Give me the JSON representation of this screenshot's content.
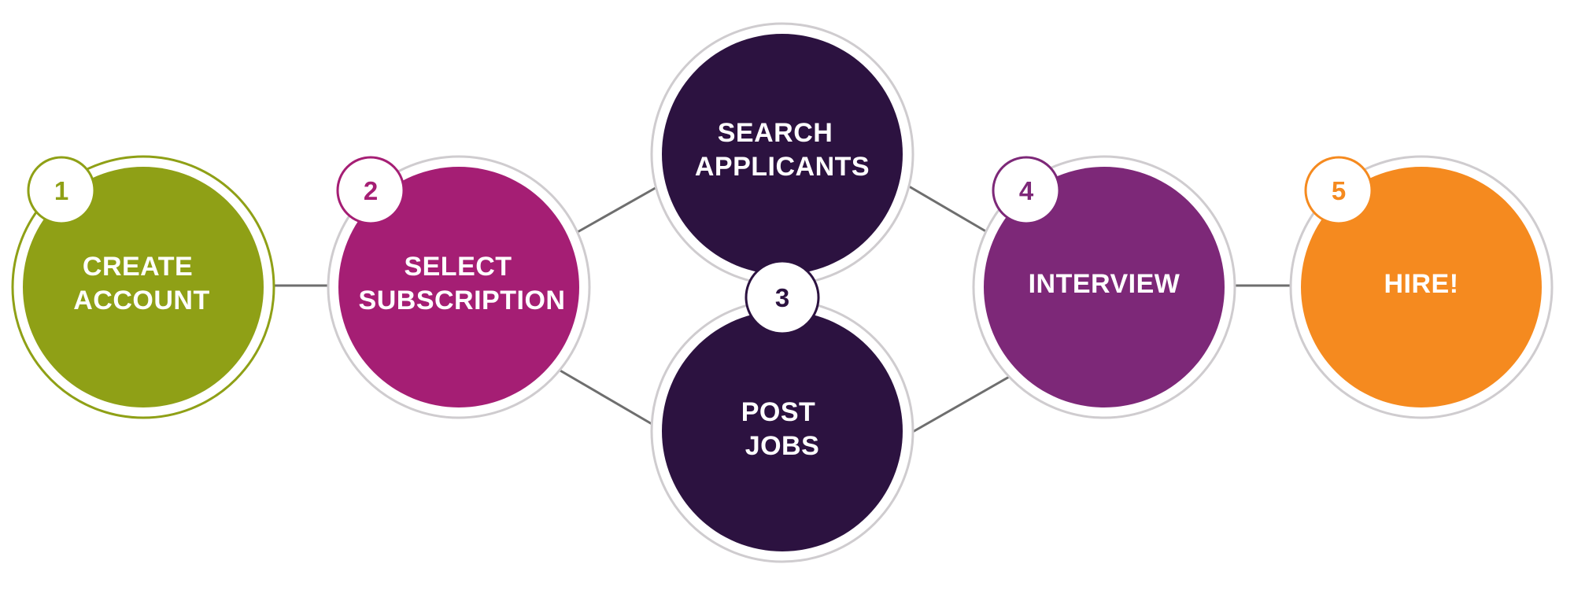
{
  "steps": [
    {
      "id": "create-account",
      "number": "1",
      "lines": [
        "CREATE",
        "ACCOUNT"
      ],
      "color": "#8fa016",
      "ring": "#8fa016"
    },
    {
      "id": "select-subscription",
      "number": "2",
      "lines": [
        "SELECT",
        "SUBSCRIPTION"
      ],
      "color": "#a51e74",
      "ring": "#cfcccf"
    },
    {
      "id": "search-applicants",
      "number": "",
      "lines": [
        "SEARCH",
        "APPLICANTS"
      ],
      "color": "#2c1240",
      "ring": "#cfcccf"
    },
    {
      "id": "post-jobs",
      "number": "3",
      "lines": [
        "POST",
        "JOBS"
      ],
      "color": "#2c1240",
      "ring": "#cfcccf"
    },
    {
      "id": "interview",
      "number": "4",
      "lines": [
        "INTERVIEW"
      ],
      "color": "#7d2878",
      "ring": "#cfcccf"
    },
    {
      "id": "hire",
      "number": "5",
      "lines": [
        "HIRE!"
      ],
      "color": "#f58a1f",
      "ring": "#cfcccf"
    }
  ]
}
